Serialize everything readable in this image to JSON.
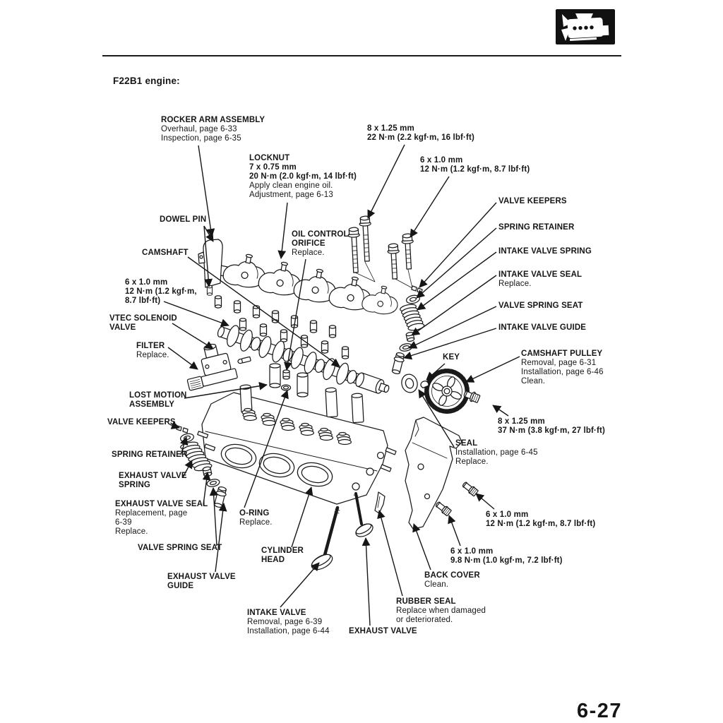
{
  "heading": "F22B1 engine:",
  "page_number": "6-27",
  "header": {
    "icon": "engine-icon"
  },
  "callouts": {
    "rocker_arm_assembly": {
      "lines": [
        {
          "t": "ROCKER ARM ASSEMBLY",
          "b": true
        },
        {
          "t": "Overhaul, page 6-33",
          "b": false
        },
        {
          "t": "Inspection, page 6-35",
          "b": false
        }
      ]
    },
    "bolt_8x125_22": {
      "lines": [
        {
          "t": "8 x 1.25 mm",
          "b": true
        },
        {
          "t": "22 N·m (2.2 kgf·m, 16 lbf·ft)",
          "b": true
        }
      ]
    },
    "locknut": {
      "lines": [
        {
          "t": "LOCKNUT",
          "b": true
        },
        {
          "t": "7 x 0.75 mm",
          "b": true
        },
        {
          "t": "20 N·m (2.0 kgf·m, 14 lbf·ft)",
          "b": true
        },
        {
          "t": "Apply clean engine oil.",
          "b": false
        },
        {
          "t": "Adjustment, page 6-13",
          "b": false
        }
      ]
    },
    "bolt_6x10_12_top": {
      "lines": [
        {
          "t": "6 x 1.0 mm",
          "b": true
        },
        {
          "t": "12 N·m (1.2 kgf·m, 8.7 lbf·ft)",
          "b": true
        }
      ]
    },
    "valve_keepers_right": {
      "lines": [
        {
          "t": "VALVE KEEPERS",
          "b": true
        }
      ]
    },
    "spring_retainer_right": {
      "lines": [
        {
          "t": "SPRING RETAINER",
          "b": true
        }
      ]
    },
    "intake_valve_spring": {
      "lines": [
        {
          "t": "INTAKE VALVE SPRING",
          "b": true
        }
      ]
    },
    "intake_valve_seal": {
      "lines": [
        {
          "t": "INTAKE VALVE SEAL",
          "b": true
        },
        {
          "t": "Replace.",
          "b": false
        }
      ]
    },
    "dowel_pin": {
      "lines": [
        {
          "t": "DOWEL PIN",
          "b": true
        }
      ]
    },
    "oil_control_orifice": {
      "lines": [
        {
          "t": "OIL CONTROL",
          "b": true
        },
        {
          "t": "ORIFICE",
          "b": true
        },
        {
          "t": "Replace.",
          "b": false
        }
      ]
    },
    "camshaft": {
      "lines": [
        {
          "t": "CAMSHAFT",
          "b": true
        }
      ]
    },
    "bolt_6x10_12_left": {
      "lines": [
        {
          "t": "6 x 1.0 mm",
          "b": true
        },
        {
          "t": "12 N·m (1.2 kgf·m,",
          "b": true
        },
        {
          "t": "8.7 lbf·ft)",
          "b": true
        }
      ]
    },
    "valve_spring_seat_right": {
      "lines": [
        {
          "t": "VALVE SPRING SEAT",
          "b": true
        }
      ]
    },
    "intake_valve_guide": {
      "lines": [
        {
          "t": "INTAKE VALVE GUIDE",
          "b": true
        }
      ]
    },
    "vtec_solenoid_valve": {
      "lines": [
        {
          "t": "VTEC SOLENOID",
          "b": true
        },
        {
          "t": "VALVE",
          "b": true
        }
      ]
    },
    "filter": {
      "lines": [
        {
          "t": "FILTER",
          "b": true
        },
        {
          "t": "Replace.",
          "b": false
        }
      ]
    },
    "key": {
      "lines": [
        {
          "t": "KEY",
          "b": true
        }
      ]
    },
    "camshaft_pulley": {
      "lines": [
        {
          "t": "CAMSHAFT PULLEY",
          "b": true
        },
        {
          "t": "Removal, page 6-31",
          "b": false
        },
        {
          "t": "Installation, page 6-46",
          "b": false
        },
        {
          "t": "Clean.",
          "b": false
        }
      ]
    },
    "lost_motion_assembly": {
      "lines": [
        {
          "t": "LOST MOTION",
          "b": true
        },
        {
          "t": "ASSEMBLY",
          "b": true
        }
      ]
    },
    "bolt_8x125_37": {
      "lines": [
        {
          "t": "8 x 1.25 mm",
          "b": true
        },
        {
          "t": "37 N·m (3.8 kgf·m, 27 lbf·ft)",
          "b": true
        }
      ]
    },
    "valve_keepers_left": {
      "lines": [
        {
          "t": "VALVE KEEPERS",
          "b": true
        }
      ]
    },
    "spring_retainer_left": {
      "lines": [
        {
          "t": "SPRING RETAINER",
          "b": true
        }
      ]
    },
    "seal": {
      "lines": [
        {
          "t": "SEAL",
          "b": true
        },
        {
          "t": "Installation, page 6-45",
          "b": false
        },
        {
          "t": "Replace.",
          "b": false
        }
      ]
    },
    "exhaust_valve_spring": {
      "lines": [
        {
          "t": "EXHAUST VALVE",
          "b": true
        },
        {
          "t": "SPRING",
          "b": true
        }
      ]
    },
    "exhaust_valve_seal": {
      "lines": [
        {
          "t": "EXHAUST VALVE SEAL",
          "b": true
        },
        {
          "t": "Replacement, page",
          "b": false
        },
        {
          "t": "6-39",
          "b": false
        },
        {
          "t": "Replace.",
          "b": false
        }
      ]
    },
    "bolt_6x10_12_right": {
      "lines": [
        {
          "t": "6 x 1.0 mm",
          "b": true
        },
        {
          "t": "12 N·m (1.2 kgf·m, 8.7 lbf·ft)",
          "b": true
        }
      ]
    },
    "o_ring": {
      "lines": [
        {
          "t": "O-RING",
          "b": true
        },
        {
          "t": "Replace.",
          "b": false
        }
      ]
    },
    "valve_spring_seat_left": {
      "lines": [
        {
          "t": "VALVE SPRING SEAT",
          "b": true
        }
      ]
    },
    "cylinder_head": {
      "lines": [
        {
          "t": "CYLINDER",
          "b": true
        },
        {
          "t": "HEAD",
          "b": true
        }
      ]
    },
    "bolt_6x10_98": {
      "lines": [
        {
          "t": "6 x 1.0 mm",
          "b": true
        },
        {
          "t": "9.8 N·m (1.0 kgf·m, 7.2 lbf·ft)",
          "b": true
        }
      ]
    },
    "exhaust_valve_guide": {
      "lines": [
        {
          "t": "EXHAUST VALVE",
          "b": true
        },
        {
          "t": "GUIDE",
          "b": true
        }
      ]
    },
    "back_cover": {
      "lines": [
        {
          "t": "BACK COVER",
          "b": true
        },
        {
          "t": "Clean.",
          "b": false
        }
      ]
    },
    "rubber_seal": {
      "lines": [
        {
          "t": "RUBBER SEAL",
          "b": true
        },
        {
          "t": "Replace when damaged",
          "b": false
        },
        {
          "t": "or deteriorated.",
          "b": false
        }
      ]
    },
    "intake_valve": {
      "lines": [
        {
          "t": "INTAKE VALVE",
          "b": true
        },
        {
          "t": "Removal, page 6-39",
          "b": false
        },
        {
          "t": "Installation, page 6-44",
          "b": false
        }
      ]
    },
    "exhaust_valve": {
      "lines": [
        {
          "t": "EXHAUST VALVE",
          "b": true
        }
      ]
    }
  }
}
